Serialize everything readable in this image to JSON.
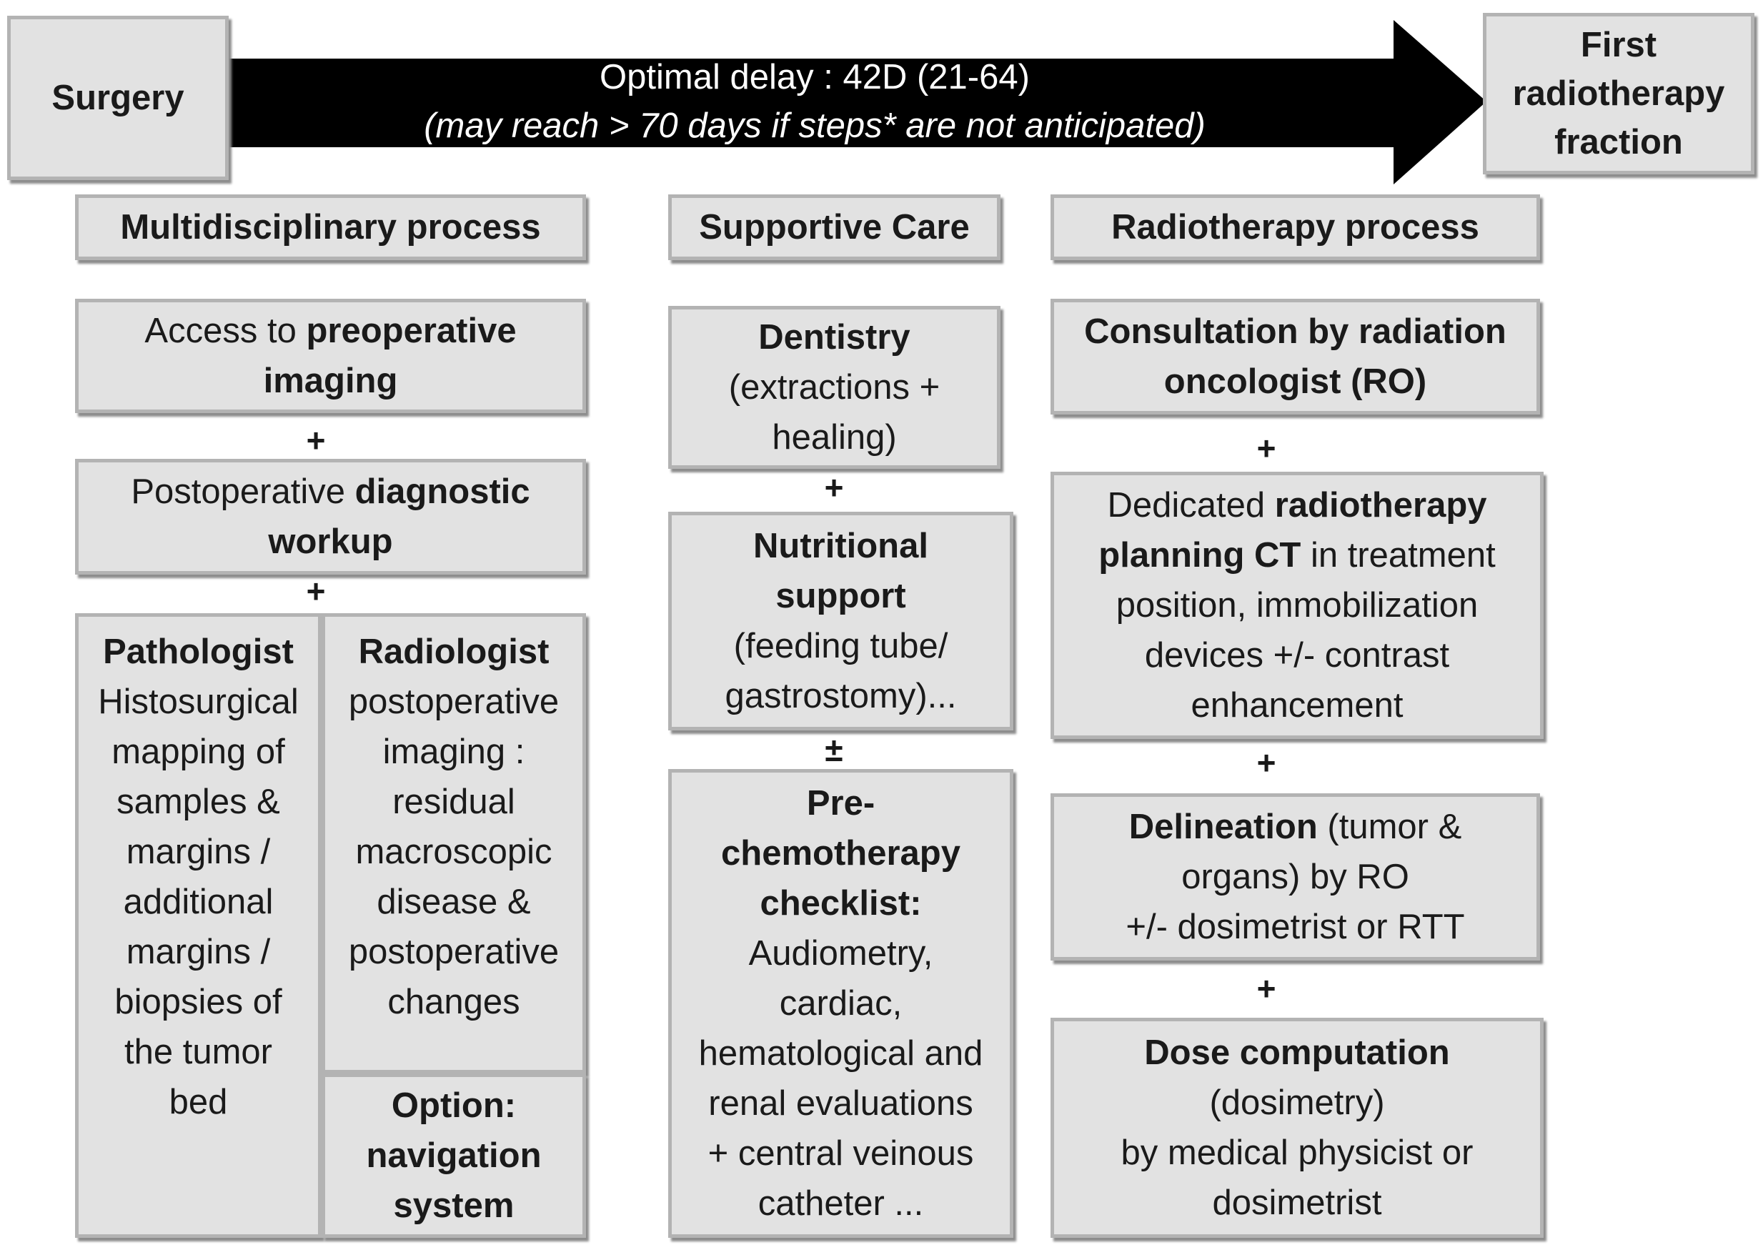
{
  "timeline": {
    "start_label": "Surgery",
    "delay_line1": "Optimal delay : 42D (21-64)",
    "delay_line2": "(may reach > 70 days if steps* are not anticipated)",
    "end_label_lines": [
      "First",
      "radiotherapy",
      "fraction"
    ]
  },
  "columns": {
    "multidisciplinary": "Multidisciplinary process",
    "supportive": "Supportive Care",
    "radiotherapy": "Radiotherapy process"
  },
  "multidisciplinary": {
    "preop": {
      "normal": "Access to ",
      "bold1": "preoperative",
      "bold2": "imaging"
    },
    "plus1": "+",
    "postop": {
      "normal": "Postoperative ",
      "bold1": "diagnostic",
      "bold2": "workup"
    },
    "plus2": "+",
    "pathologist": {
      "title": "Pathologist",
      "lines": [
        "Histosurgical",
        "mapping of",
        "samples &",
        "margins /",
        "additional",
        "margins /",
        "biopsies of",
        "the tumor",
        "bed"
      ]
    },
    "radiologist": {
      "title": "Radiologist",
      "lines": [
        "postoperative",
        "imaging :",
        "residual",
        "macroscopic",
        "disease &",
        "postoperative",
        "changes"
      ]
    },
    "option": {
      "lines": [
        "Option:",
        "navigation",
        "system"
      ]
    }
  },
  "supportive": {
    "dentistry": {
      "title": "Dentistry",
      "lines": [
        "(extractions +",
        "healing)"
      ]
    },
    "plus1": "+",
    "nutrition": {
      "title_lines": [
        "Nutritional",
        "support"
      ],
      "lines": [
        "(feeding tube/",
        "gastrostomy)..."
      ]
    },
    "plusminus": "±",
    "prechemo": {
      "title_lines": [
        "Pre-",
        "chemotherapy",
        "checklist:"
      ],
      "lines": [
        "Audiometry,",
        "cardiac,",
        "hematological and",
        "renal evaluations",
        "+ central veinous",
        "catheter ..."
      ]
    }
  },
  "radiotherapy": {
    "consultation": {
      "lines": [
        "Consultation by radiation",
        "oncologist (RO)"
      ]
    },
    "plus1": "+",
    "planning": {
      "l1_normal": "Dedicated ",
      "l1_bold": "radiotherapy",
      "l2_bold": "planning CT",
      "l2_normal": " in treatment",
      "lines": [
        "position,  immobilization",
        "devices +/- contrast",
        "enhancement"
      ]
    },
    "plus2": "+",
    "delineation": {
      "bold": "Delineation",
      "l1_normal": " (tumor &",
      "lines": [
        "organs) by RO",
        "+/- dosimetrist or RTT"
      ]
    },
    "plus3": "+",
    "dose": {
      "title": "Dose computation",
      "lines": [
        "(dosimetry)",
        "by medical physicist or",
        "dosimetrist"
      ]
    }
  }
}
